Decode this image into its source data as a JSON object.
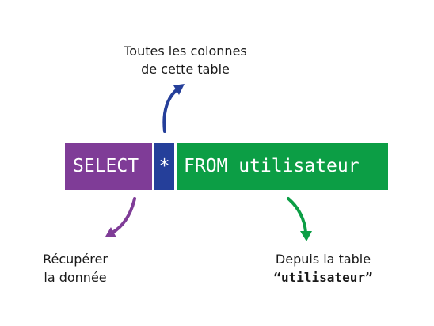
{
  "labels": {
    "top_line1": "Toutes les colonnes",
    "top_line2": "de cette table",
    "left_line1": "Récupérer",
    "left_line2": "la donnée",
    "right_line1": "Depuis la table",
    "right_line2": "“utilisateur”"
  },
  "blocks": {
    "select": "SELECT",
    "star": "*",
    "from": "FROM utilisateur"
  },
  "colors": {
    "select": "#7f3c97",
    "star": "#253f9a",
    "from": "#0c9e45"
  }
}
